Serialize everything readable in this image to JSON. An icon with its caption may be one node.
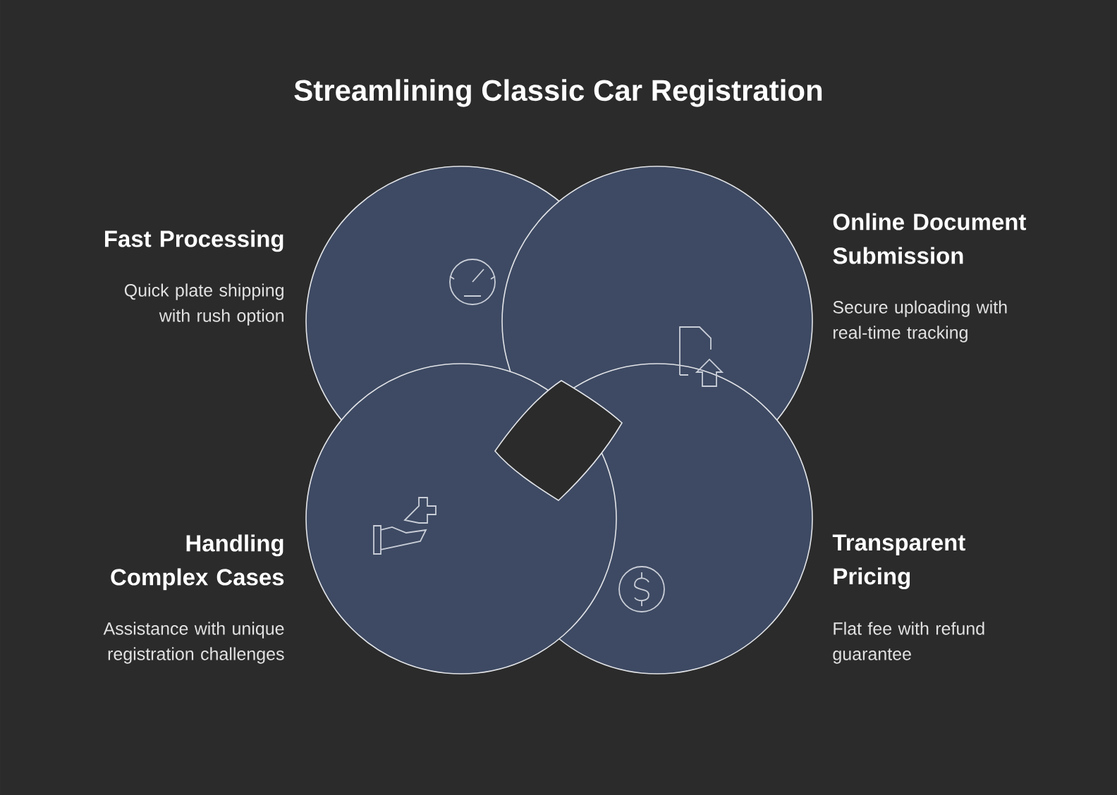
{
  "diagram": {
    "title": "Streamlining Classic Car Registration",
    "nodes": [
      {
        "text": [
          "Fast Processing",
          "Quick plate shipping with rush option"
        ]
      },
      {
        "text": [
          "Online Document Submission",
          "Secure uploading with real-time tracking"
        ]
      },
      {
        "text": [
          "Handling Complex Cases",
          "Assistance with unique registration challenges"
        ]
      },
      {
        "text": [
          "Transparent Pricing",
          "Flat fee with refund guarantee"
        ]
      }
    ]
  }
}
